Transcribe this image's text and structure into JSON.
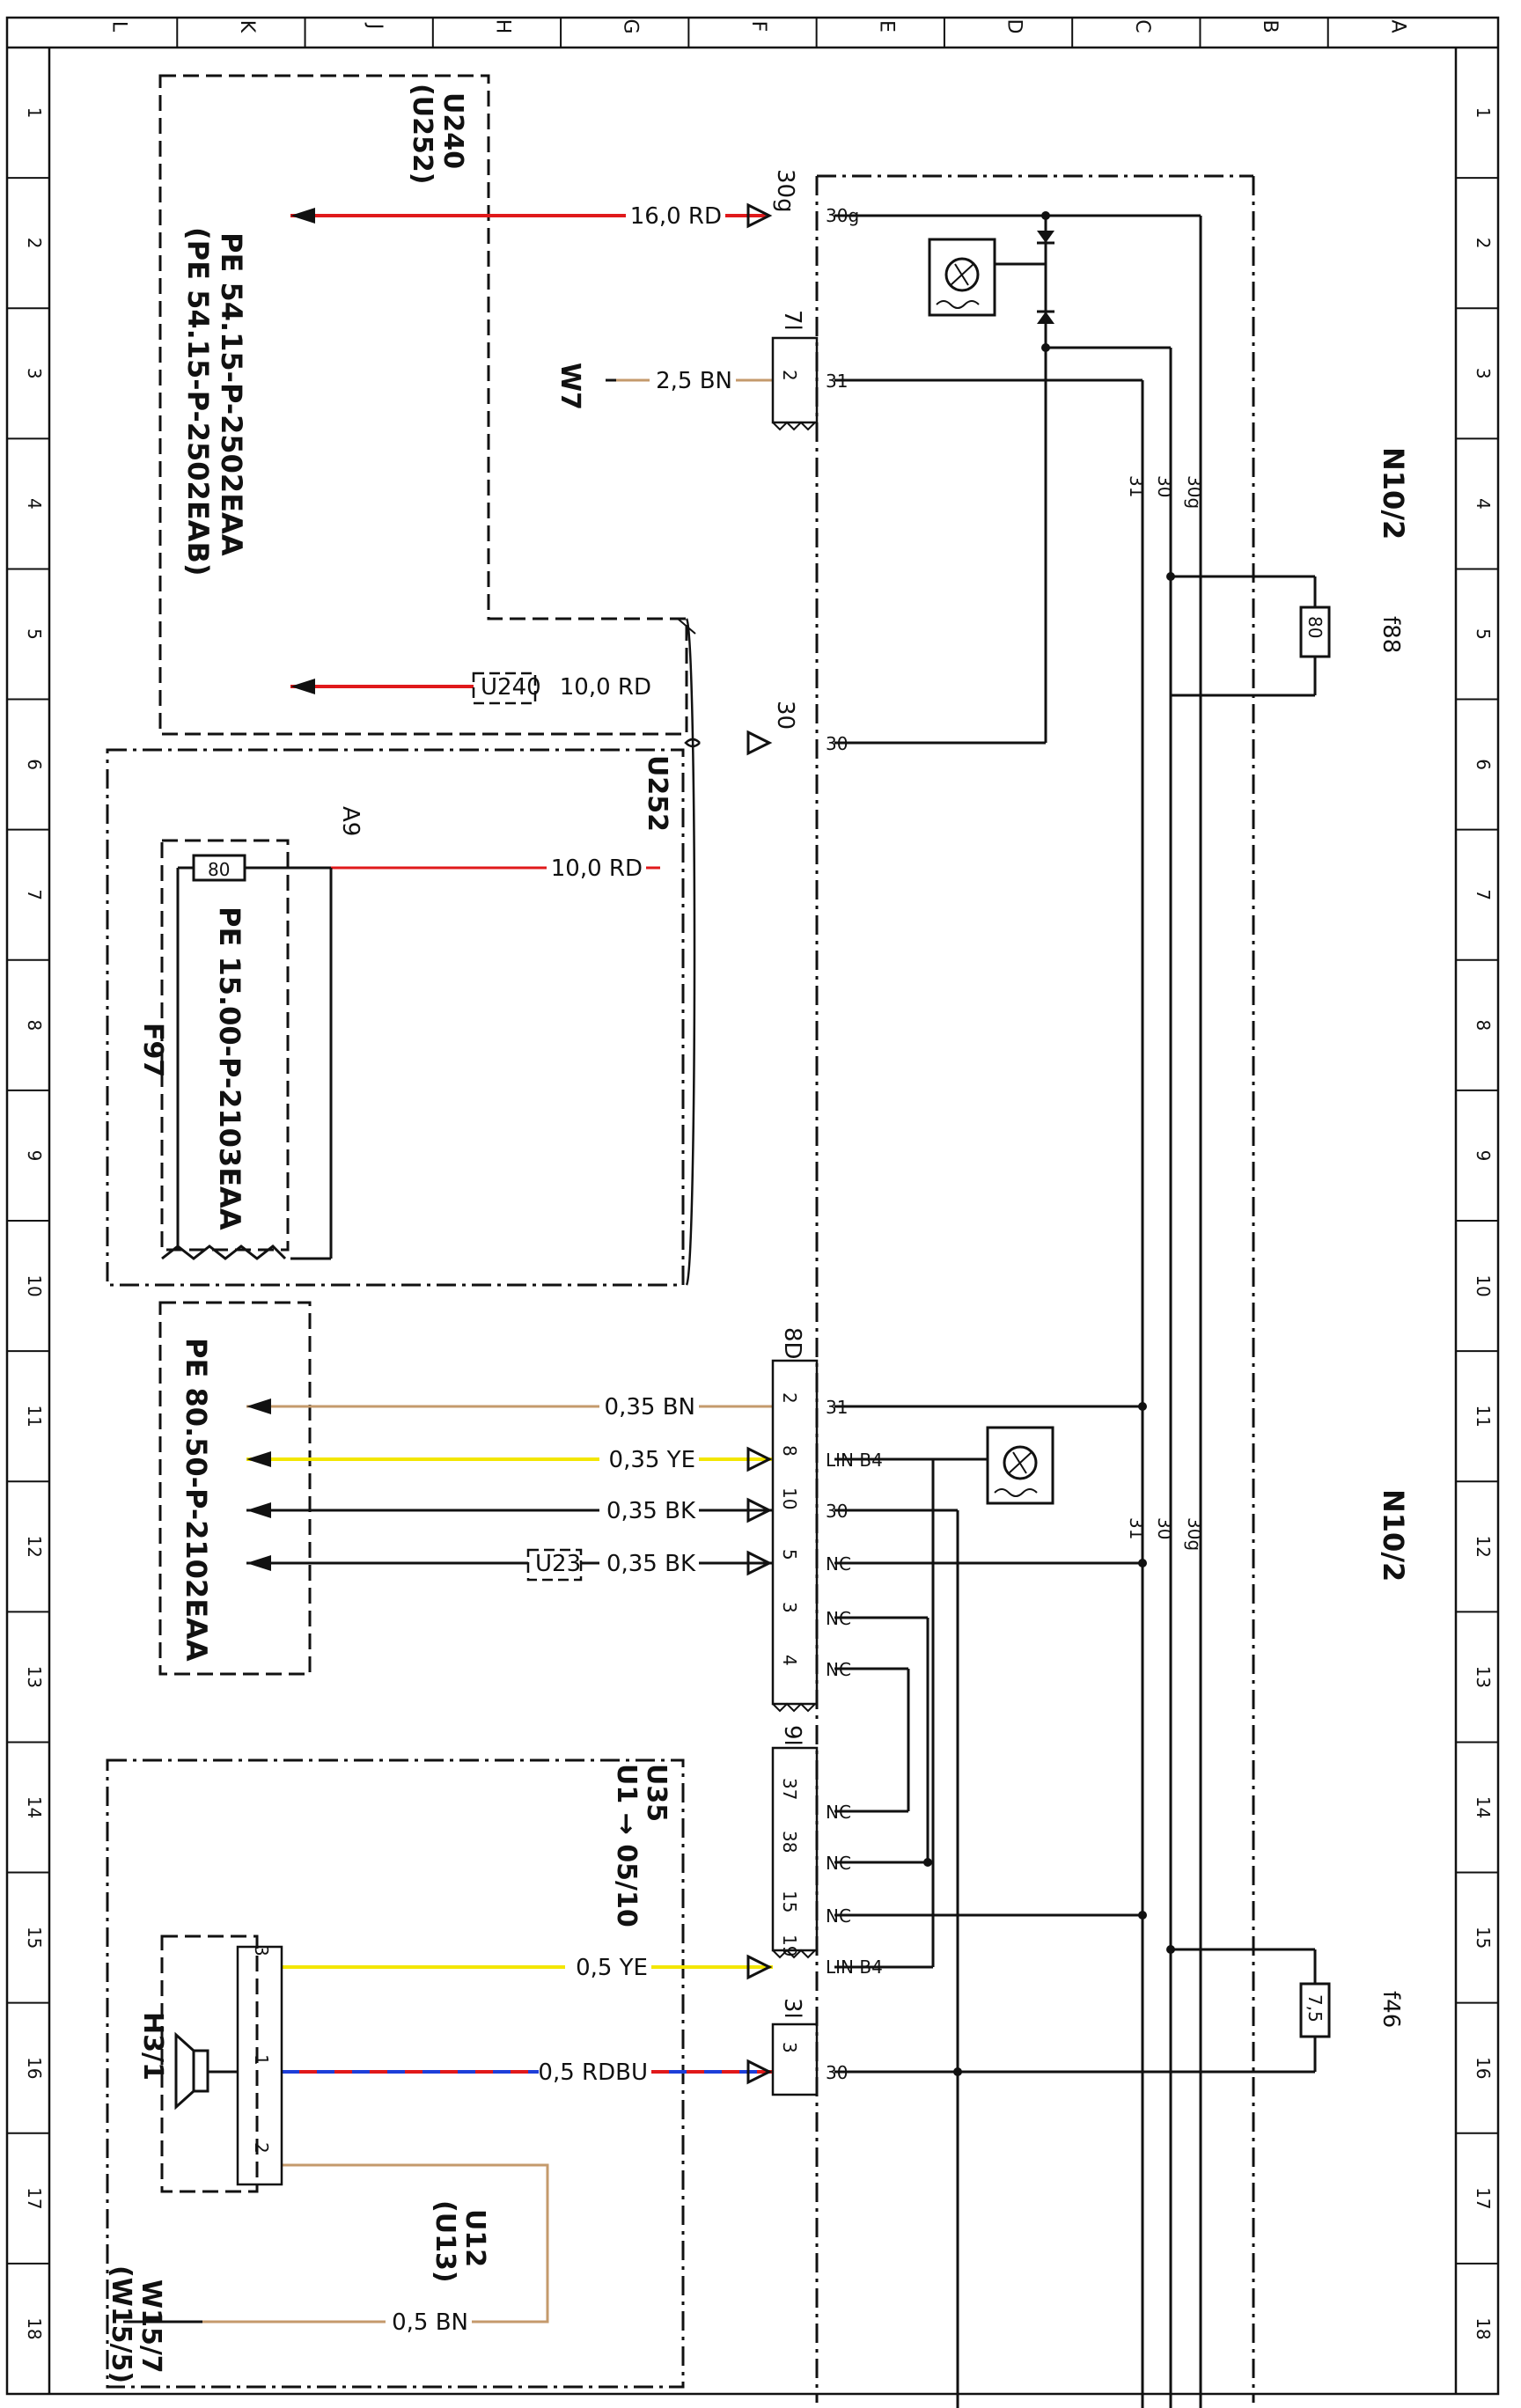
{
  "colors": {
    "RD": "#e0191b",
    "BN": "#c49a6c",
    "YE": "#f3e600",
    "BK": "#111111",
    "BU": "#1e3fd8",
    "ink": "#111111"
  },
  "ruler": {
    "cols": [
      "L",
      "K",
      "J",
      "H",
      "G",
      "F",
      "E",
      "D",
      "C",
      "B",
      "A"
    ],
    "rows": [
      "1",
      "2",
      "3",
      "4",
      "5",
      "6",
      "7",
      "8",
      "9",
      "10",
      "11",
      "12",
      "13",
      "14",
      "15",
      "16",
      "17",
      "18"
    ]
  },
  "labels": {
    "u240": "U240",
    "u240_paren": "(U252)",
    "u252": "U252",
    "u12": "U12",
    "u12_paren": "(U13)",
    "u35": "U35",
    "u1_ref": "U1 → 05/10",
    "w7": "W7",
    "w15": "W15/7",
    "w15_paren": "(W15/5)",
    "f97": "F97",
    "h3": "H3/1",
    "a9": "A9",
    "n10_top": "N10/2",
    "n10_bottom": "N10/2",
    "f88": "f88",
    "f46": "f46",
    "fuse_80": "80",
    "fuse_75": "7,5",
    "conn_7l": "7l",
    "conn_8d": "8D",
    "conn_9l": "9l",
    "conn_3l": "3l",
    "term_30g_ext": "30g",
    "term_30_ext": "30",
    "u240_box": "U240",
    "u23_box": "U23",
    "pin_30g": "30g",
    "pin_31": "31",
    "pin_30": "30",
    "pin_nc": "NC",
    "pin_lin": "LIN B4",
    "bus_31": "31",
    "bus_30": "30",
    "bus_30g": "30g"
  },
  "refs": {
    "ref1": "PE 54.15-P-2502EAA",
    "ref2": "(PE 54.15-P-2502EAB)",
    "ref3": "PE 15.00-P-2103EAA",
    "ref4": "PE 80.50-P-2102EAA"
  },
  "wires": [
    {
      "id": "w-16rd",
      "label": "16,0 RD"
    },
    {
      "id": "w-25bn",
      "label": "2,5 BN"
    },
    {
      "id": "w-10rd-a",
      "label": "10,0 RD"
    },
    {
      "id": "w-10rd-b",
      "label": "10,0 RD"
    },
    {
      "id": "w-035bn",
      "label": "0,35 BN"
    },
    {
      "id": "w-035ye",
      "label": "0,35 YE"
    },
    {
      "id": "w-035bk-a",
      "label": "0,35 BK"
    },
    {
      "id": "w-035bk-b",
      "label": "0,35 BK"
    },
    {
      "id": "w-05ye",
      "label": "0,5 YE"
    },
    {
      "id": "w-05rdbu",
      "label": "0,5 RDBU"
    },
    {
      "id": "w-05bn",
      "label": "0,5 BN"
    }
  ],
  "pins": {
    "p7l_2": "2",
    "p8d_2": "2",
    "p8d_8": "8",
    "p8d_10": "10",
    "p8d_5": "5",
    "p8d_3": "3",
    "p8d_4": "4",
    "p9l_37": "37",
    "p9l_38": "38",
    "p9l_15": "15",
    "p9l_19": "19",
    "p3l_3": "3",
    "h3_3": "3",
    "h3_1": "1",
    "h3_2": "2"
  }
}
